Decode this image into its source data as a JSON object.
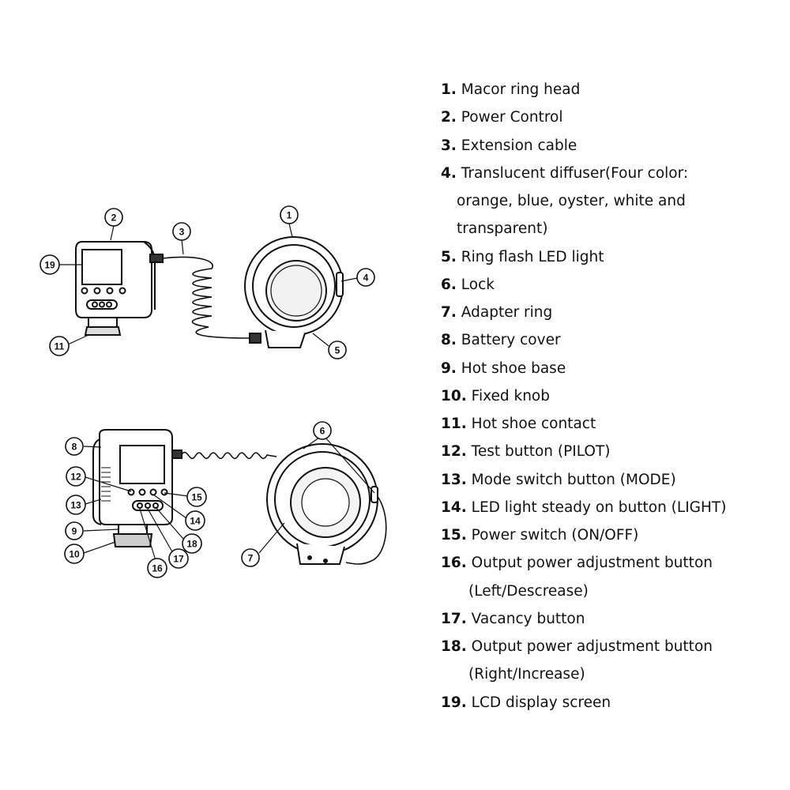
{
  "callouts": {
    "top": [
      "2",
      "3",
      "1",
      "19",
      "4",
      "5",
      "11"
    ],
    "bottom": [
      "8",
      "6",
      "12",
      "15",
      "13",
      "14",
      "9",
      "18",
      "10",
      "17",
      "16",
      "7"
    ]
  },
  "legend": [
    {
      "num": "1.",
      "text": "Macor ring head"
    },
    {
      "num": "2.",
      "text": "Power Control"
    },
    {
      "num": "3.",
      "text": "Extension cable"
    },
    {
      "num": "4.",
      "text": "Translucent diffuser(Four color:",
      "cont": [
        "orange, blue, oyster, white and",
        "transparent)"
      ]
    },
    {
      "num": "5.",
      "text": "Ring flash LED light"
    },
    {
      "num": "6.",
      "text": "Lock"
    },
    {
      "num": "7.",
      "text": "Adapter ring"
    },
    {
      "num": "8.",
      "text": "Battery cover"
    },
    {
      "num": "9.",
      "text": "Hot shoe base"
    },
    {
      "num": "10.",
      "text": "Fixed knob"
    },
    {
      "num": "11.",
      "text": "Hot shoe contact"
    },
    {
      "num": "12.",
      "text": "Test button (PILOT)"
    },
    {
      "num": "13.",
      "text": "Mode switch button (MODE)"
    },
    {
      "num": "14.",
      "text": "LED light steady on button (LIGHT)"
    },
    {
      "num": "15.",
      "text": "Power switch (ON/OFF)"
    },
    {
      "num": "16.",
      "text": "Output power adjustment button",
      "cont": [
        "(Left/Descrease)"
      ]
    },
    {
      "num": "17.",
      "text": "Vacancy button"
    },
    {
      "num": "18.",
      "text": "Output power adjustment button",
      "cont": [
        "(Right/Increase)"
      ]
    },
    {
      "num": "19.",
      "text": "LCD display screen"
    }
  ]
}
